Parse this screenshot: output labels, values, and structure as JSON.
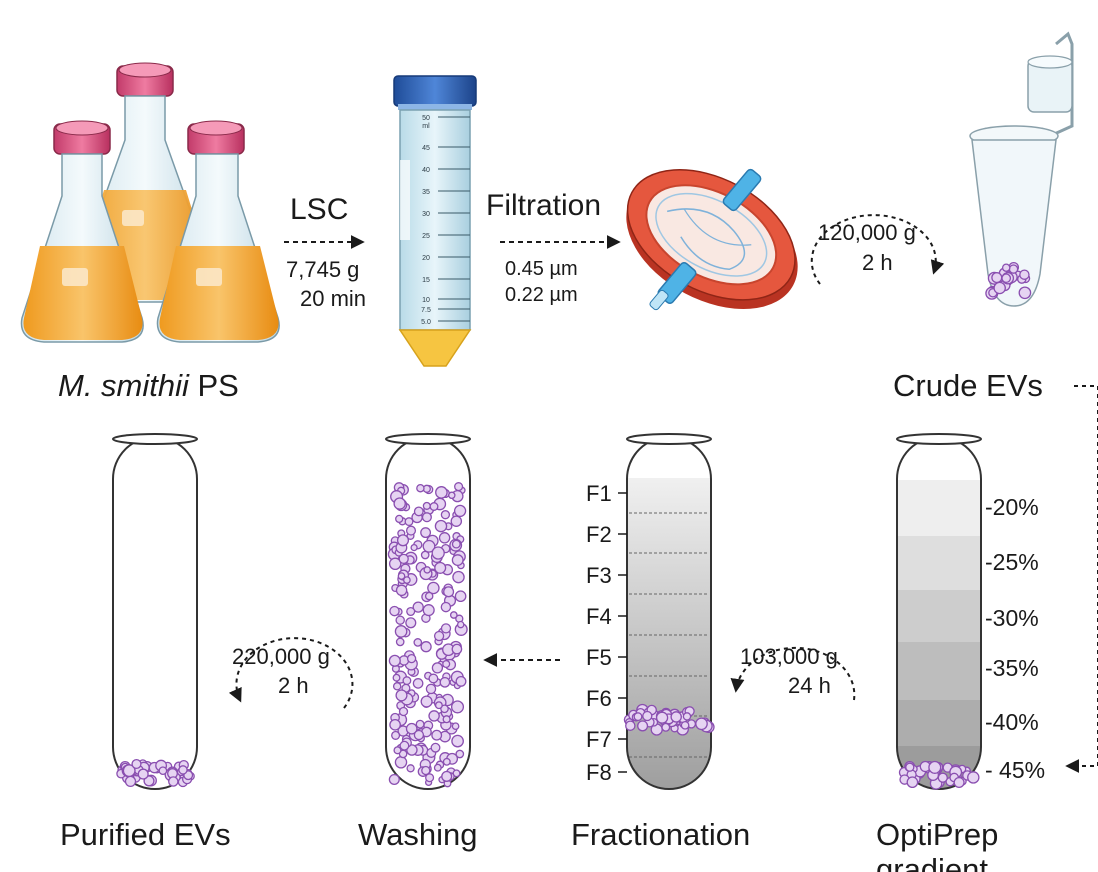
{
  "steps": {
    "lsc": {
      "label": "LSC",
      "speed": "7,745 g",
      "time": "20 min"
    },
    "filtration": {
      "label": "Filtration",
      "pore1": "0.45 µm",
      "pore2": "0.22 µm"
    },
    "ultracentrifugation1": {
      "speed": "120,000 g",
      "time": "2 h"
    },
    "ultracentrifugation2": {
      "speed": "103,000 g",
      "time": "24 h"
    },
    "ultracentrifugation3": {
      "speed": "220,000 g",
      "time": "2 h"
    }
  },
  "labels": {
    "source_prefix": "M. smithii",
    "source_suffix": " PS",
    "crude": "Crude EVs",
    "purified": "Purified EVs",
    "washing": "Washing",
    "fractionation": "Fractionation",
    "optiprep_line1": "OptiPrep",
    "optiprep_line2": "gradient"
  },
  "tube_scale": [
    "50",
    "ml",
    "45",
    "40",
    "35",
    "30",
    "25",
    "20",
    "15",
    "10",
    "7.5",
    "5.0"
  ],
  "gradient": [
    "-20%",
    "-25%",
    "-30%",
    "-35%",
    "-40%",
    "- 45%"
  ],
  "fractions": [
    "F1",
    "F2",
    "F3",
    "F4",
    "F5",
    "F6",
    "F7",
    "F8"
  ],
  "colors": {
    "cap": "#d04a78",
    "medium": "#f3a52e",
    "ev": "#8a4fb0",
    "ev_fill": "#e6d4f2",
    "filter": "#d9442e",
    "tube_cap": "#2f5fb0"
  }
}
